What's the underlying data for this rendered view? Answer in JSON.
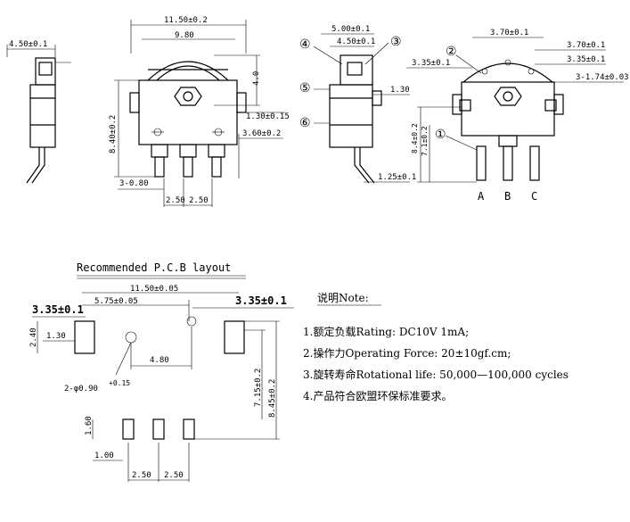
{
  "top_view": {
    "left_dim": "4.50±0.1",
    "width_outer": "11.50±0.2",
    "width_inner": "9.80",
    "height_shaft": "4.0",
    "side_step": "1.30±0.15",
    "height_total": "8.40±0.2",
    "pin_offset": "3.60±0.2",
    "pin_first": "3-0.80",
    "pitch_1": "2.50",
    "pitch_2": "2.50"
  },
  "side_view": {
    "top_dim": "5.00±0.1",
    "mid_dim": "4.50±0.1",
    "left_dim": "3.35±0.1",
    "small_dim": "1.30",
    "bottom_dim": "1.25±0.1",
    "label_4": "④",
    "label_3": "③",
    "label_5": "⑤",
    "label_6": "⑥"
  },
  "right_view": {
    "top_dim": "3.70±0.1",
    "right_top": "3.70±0.1",
    "right_mid": "3.35±0.1",
    "right_bot": "3-1.74±0.03",
    "h1": "8.4±0.2",
    "h2": "7.1±0.2",
    "label_2": "②",
    "label_1": "①",
    "pin_a": "A",
    "pin_b": "B",
    "pin_c": "C"
  },
  "pcb": {
    "title": "Recommended P.C.B layout",
    "width": "11.50±0.05",
    "hole_span": "5.75±0.05",
    "left_dim": "3.35±0.1",
    "right_dim": "3.35±0.1",
    "h_pad": "2.40",
    "w_pad": "1.30",
    "hole_dist": "4.80",
    "hole_spec": "2-φ0.90",
    "hole_tol": "+0.15",
    "v1": "7.15±0.2",
    "v2": "8.45±0.2",
    "pad_h": "1.60",
    "pad_w": "1.00",
    "pitch_1": "2.50",
    "pitch_2": "2.50"
  },
  "notes": {
    "title": "说明Note:",
    "line1": "1.额定负载Rating: DC10V 1mA;",
    "line2": "2.操作力Operating Force: 20±10gf.cm;",
    "line3": "3.旋转寿命Rotational life: 50,000—100,000 cycles",
    "line4": "4.产品符合欧盟环保标准要求。"
  }
}
